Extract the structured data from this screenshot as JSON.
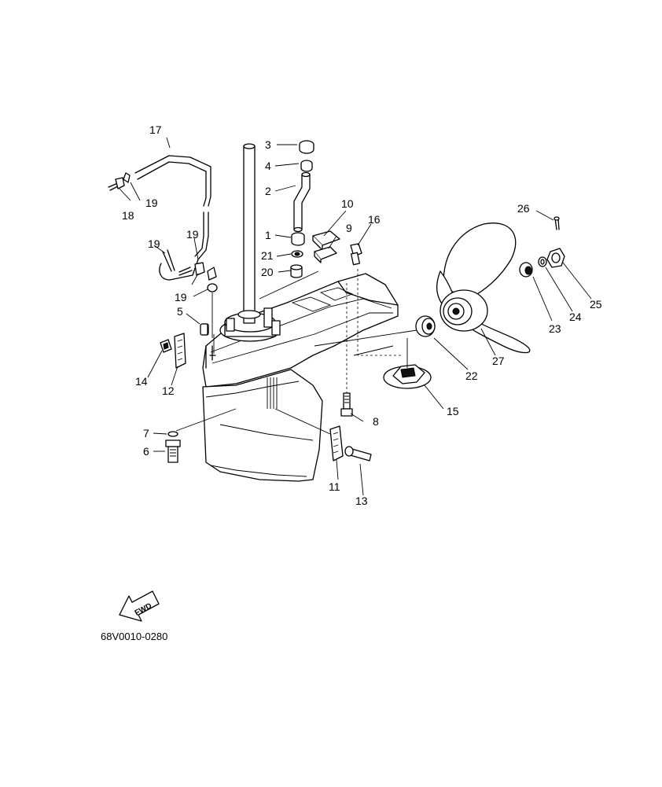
{
  "diagram": {
    "drawing_code": "68V0010-0280",
    "direction_label": "FWD",
    "callouts": {
      "p1": "1",
      "p2": "2",
      "p3": "3",
      "p4": "4",
      "p5": "5",
      "p6": "6",
      "p7": "7",
      "p8": "8",
      "p9": "9",
      "p10": "10",
      "p11": "11",
      "p12": "12",
      "p13": "13",
      "p14": "14",
      "p15": "15",
      "p16": "16",
      "p17": "17",
      "p18": "18",
      "p19a": "19",
      "p19b": "19",
      "p19c": "19",
      "p19d": "19",
      "p20": "20",
      "p21": "21",
      "p22": "22",
      "p23": "23",
      "p24": "24",
      "p25": "25",
      "p26": "26",
      "p27": "27"
    }
  }
}
